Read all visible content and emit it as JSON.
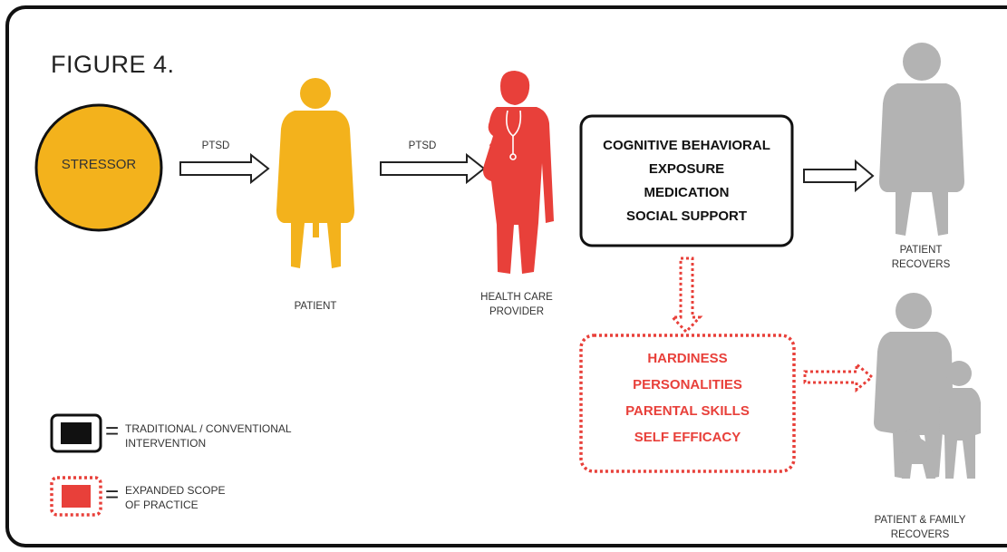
{
  "figure_title": "FIGURE 4.",
  "stressor": {
    "label": "STRESSOR",
    "color": "#f3b21c"
  },
  "arrows": {
    "ptsd_1": "PTSD",
    "ptsd_2": "PTSD"
  },
  "patient": {
    "label": "PATIENT",
    "color": "#f3b21c"
  },
  "provider": {
    "line1": "HEALTH CARE",
    "line2": "PROVIDER",
    "color": "#e8403a"
  },
  "traditional_box": {
    "items": [
      "COGNITIVE BEHAVIORAL",
      "EXPOSURE",
      "MEDICATION",
      "SOCIAL SUPPORT"
    ]
  },
  "expanded_box": {
    "items": [
      "HARDINESS",
      "PERSONALITIES",
      "PARENTAL SKILLS",
      "SELF EFFICACY"
    ],
    "color": "#e8403a"
  },
  "outcome_patient": {
    "line1": "PATIENT",
    "line2": "RECOVERS",
    "color": "#b3b3b3"
  },
  "outcome_family": {
    "line1": "PATIENT & FAMILY",
    "line2": "RECOVERS"
  },
  "legend": {
    "traditional": {
      "line1": "TRADITIONAL / CONVENTIONAL",
      "line2": "INTERVENTION"
    },
    "expanded": {
      "line1": "EXPANDED SCOPE",
      "line2": "OF PRACTICE"
    },
    "equals": "="
  }
}
